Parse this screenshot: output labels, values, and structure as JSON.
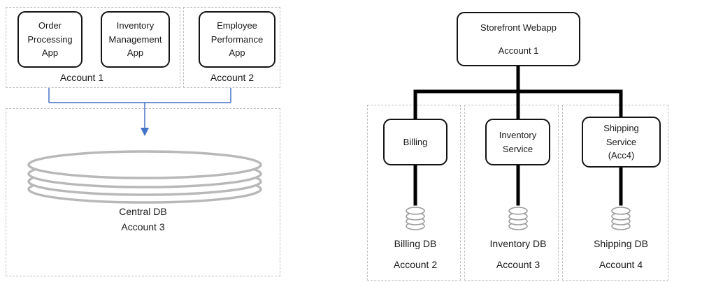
{
  "left": {
    "groups": {
      "account1_label": "Account 1",
      "account2_label": "Account 2"
    },
    "apps": [
      {
        "label": "Order Processing App"
      },
      {
        "label": "Inventory Management App"
      },
      {
        "label": "Employee Performance App"
      }
    ],
    "central_db": {
      "name": "Central DB",
      "account": "Account 3"
    }
  },
  "right": {
    "root": {
      "name": "Storefront Webapp",
      "account": "Account 1"
    },
    "services": [
      {
        "label": "Billing",
        "db_label": "Billing DB",
        "account_label": "Account 2"
      },
      {
        "label": "Inventory Service",
        "db_label": "Inventory DB",
        "account_label": "Account 3"
      },
      {
        "label": "Shipping Service (Acc4)",
        "db_label": "Shipping DB",
        "account_label": "Account 4"
      }
    ]
  },
  "icons": {
    "central_db_icon": "database-cylinder",
    "service_db_icon": "database-cylinder"
  },
  "colors": {
    "node_border": "#141414",
    "connector_black": "#000000",
    "connector_blue": "#4472c4",
    "dashed_boundary": "#c0c0c0",
    "cylinder_stroke": "#b8b8b8"
  }
}
